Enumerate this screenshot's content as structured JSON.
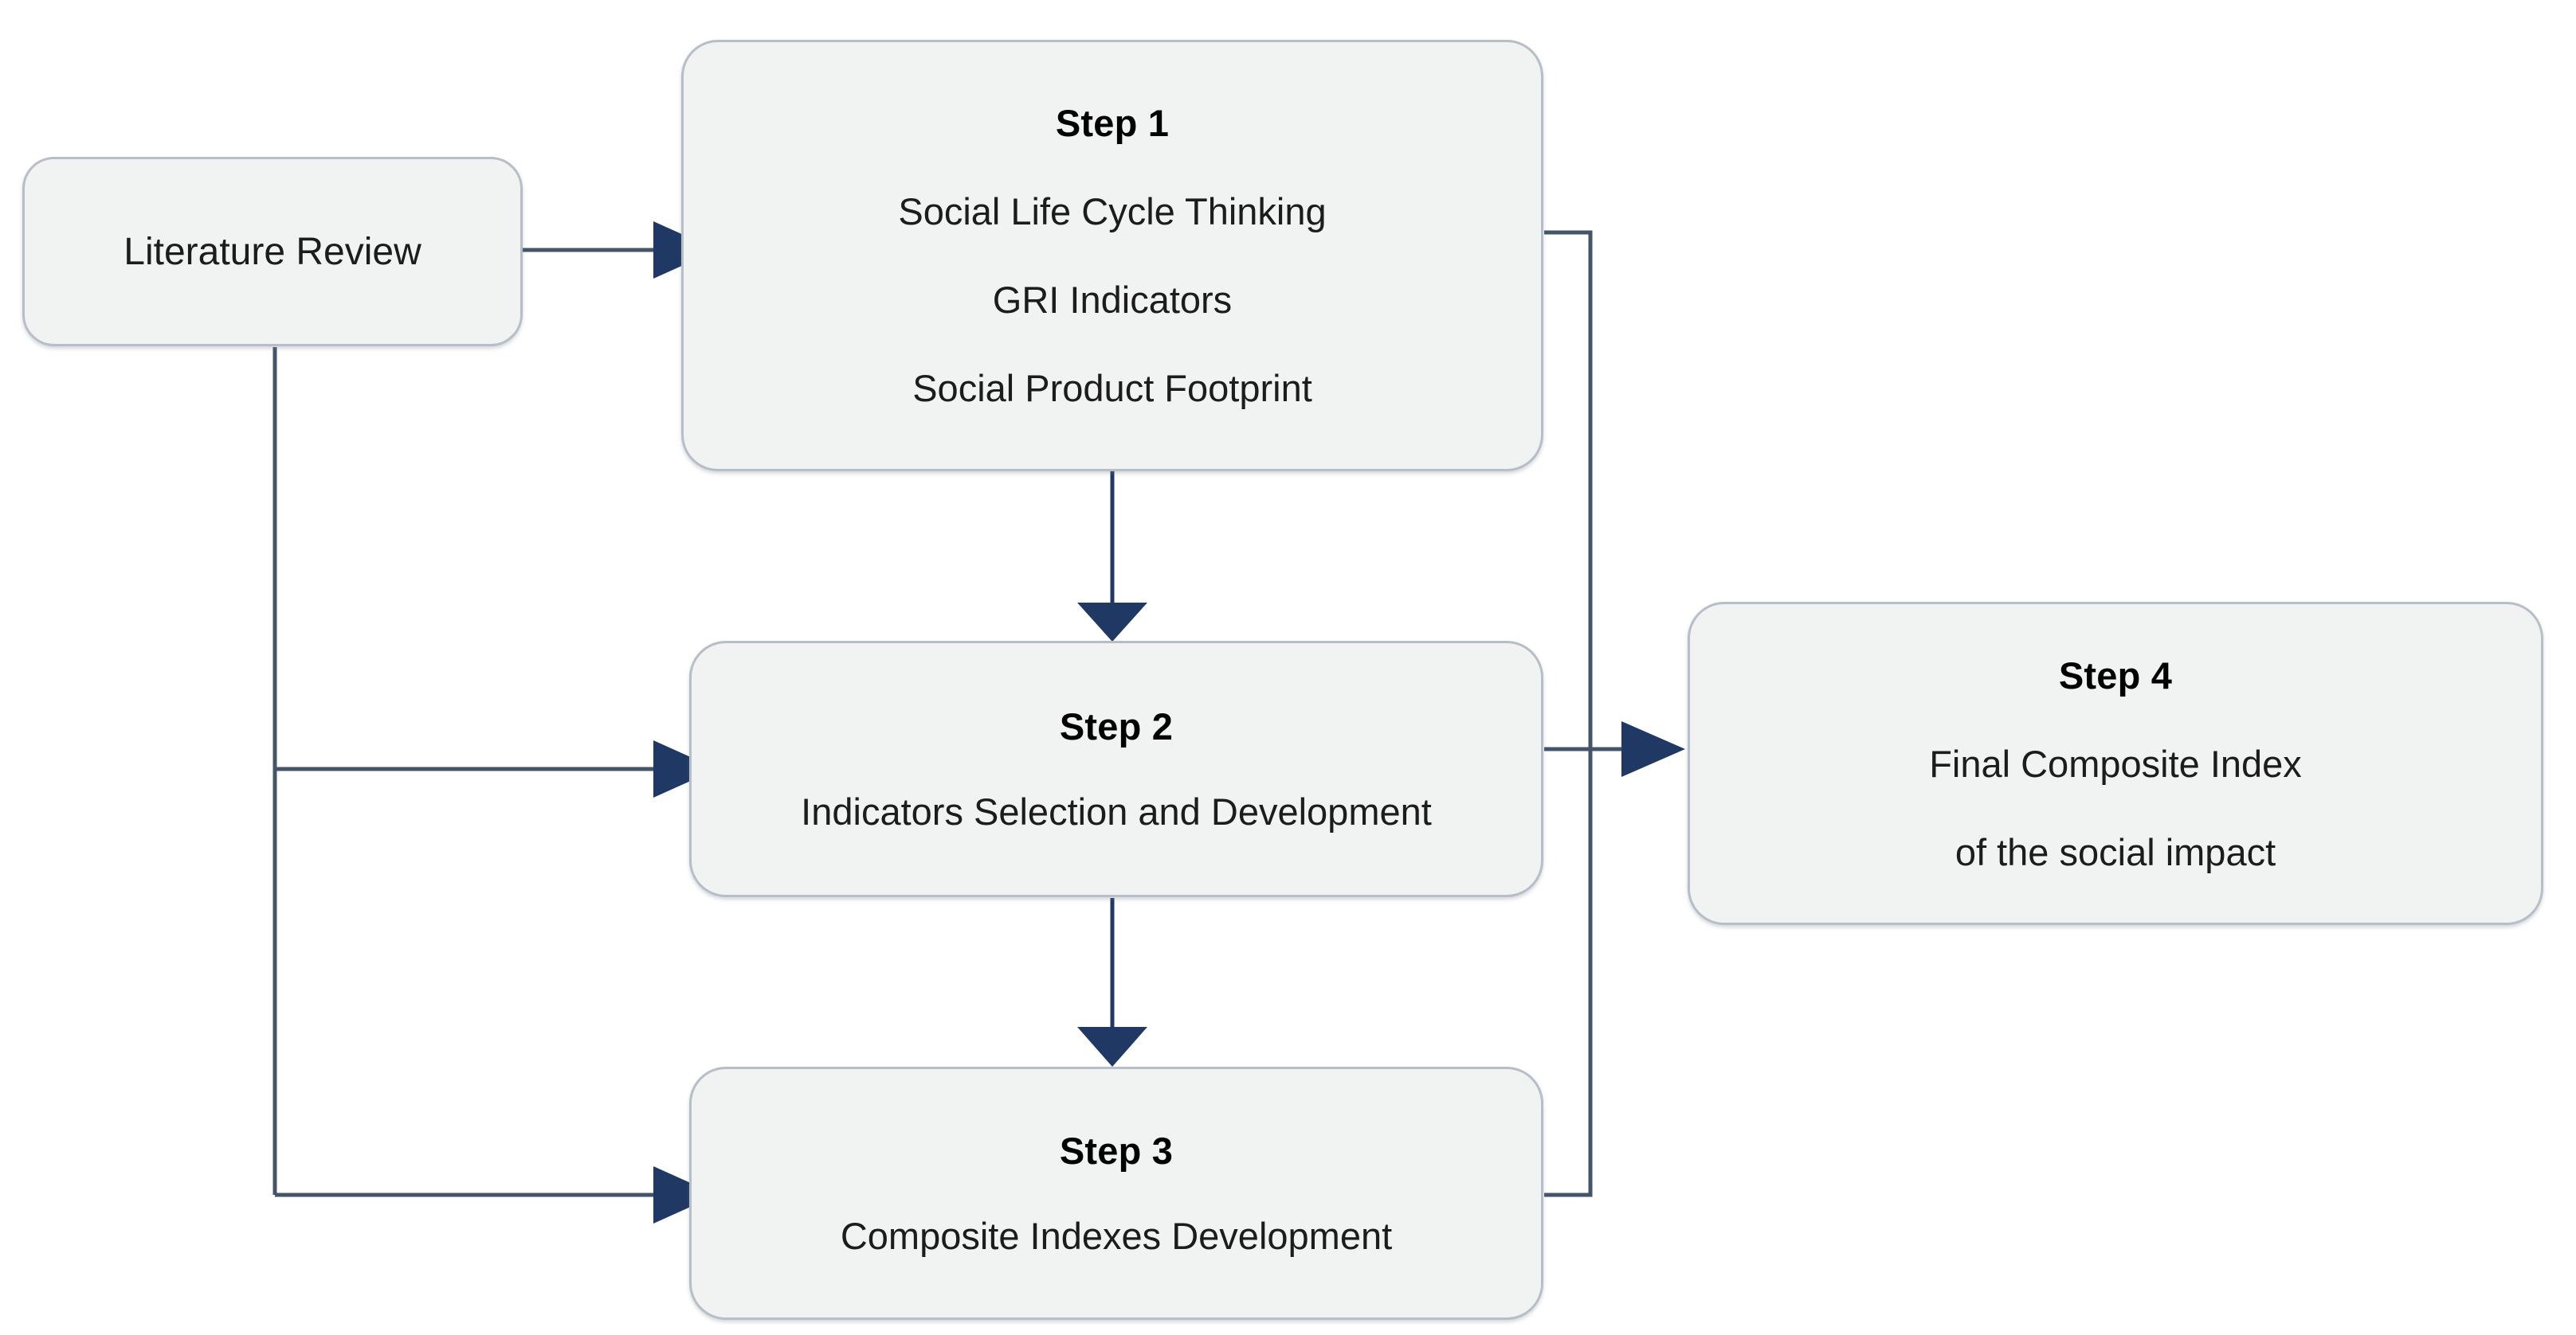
{
  "diagram": {
    "title": "Research framework flowchart",
    "background_color": "#ffffff",
    "node_fill_color": "#f1f2f2",
    "node_border_color": "#b6bec7",
    "connector_color": "#44546a",
    "arrowhead_color": "#1f3864",
    "text_color": "#1a1a1a"
  },
  "nodes": {
    "literature_review": {
      "label": "Literature Review"
    },
    "step1": {
      "title": "Step 1",
      "lines": [
        "Social Life Cycle Thinking",
        "GRI Indicators",
        "Social Product Footprint"
      ]
    },
    "step2": {
      "title": "Step 2",
      "lines": [
        "Indicators Selection and Development"
      ]
    },
    "step3": {
      "title": "Step 3",
      "lines": [
        "Composite Indexes Development"
      ]
    },
    "step4": {
      "title": "Step 4",
      "lines": [
        "Final Composite Index",
        "of the social impact"
      ]
    }
  },
  "connectors": [
    {
      "name": "literature-review-to-step1",
      "from": "literature_review",
      "to": "step1",
      "arrow": true
    },
    {
      "name": "literature-review-to-step2",
      "from": "literature_review",
      "to": "step2",
      "arrow": true
    },
    {
      "name": "literature-review-to-step3",
      "from": "literature_review",
      "to": "step3",
      "arrow": true
    },
    {
      "name": "step1-to-step2",
      "from": "step1",
      "to": "step2",
      "arrow": true
    },
    {
      "name": "step2-to-step3",
      "from": "step2",
      "to": "step3",
      "arrow": true
    },
    {
      "name": "step1-to-step4",
      "from": "step1",
      "to": "step4",
      "arrow": true
    },
    {
      "name": "step2-to-step4",
      "from": "step2",
      "to": "step4",
      "arrow": true
    },
    {
      "name": "step3-to-step4",
      "from": "step3",
      "to": "step4",
      "arrow": true
    }
  ]
}
